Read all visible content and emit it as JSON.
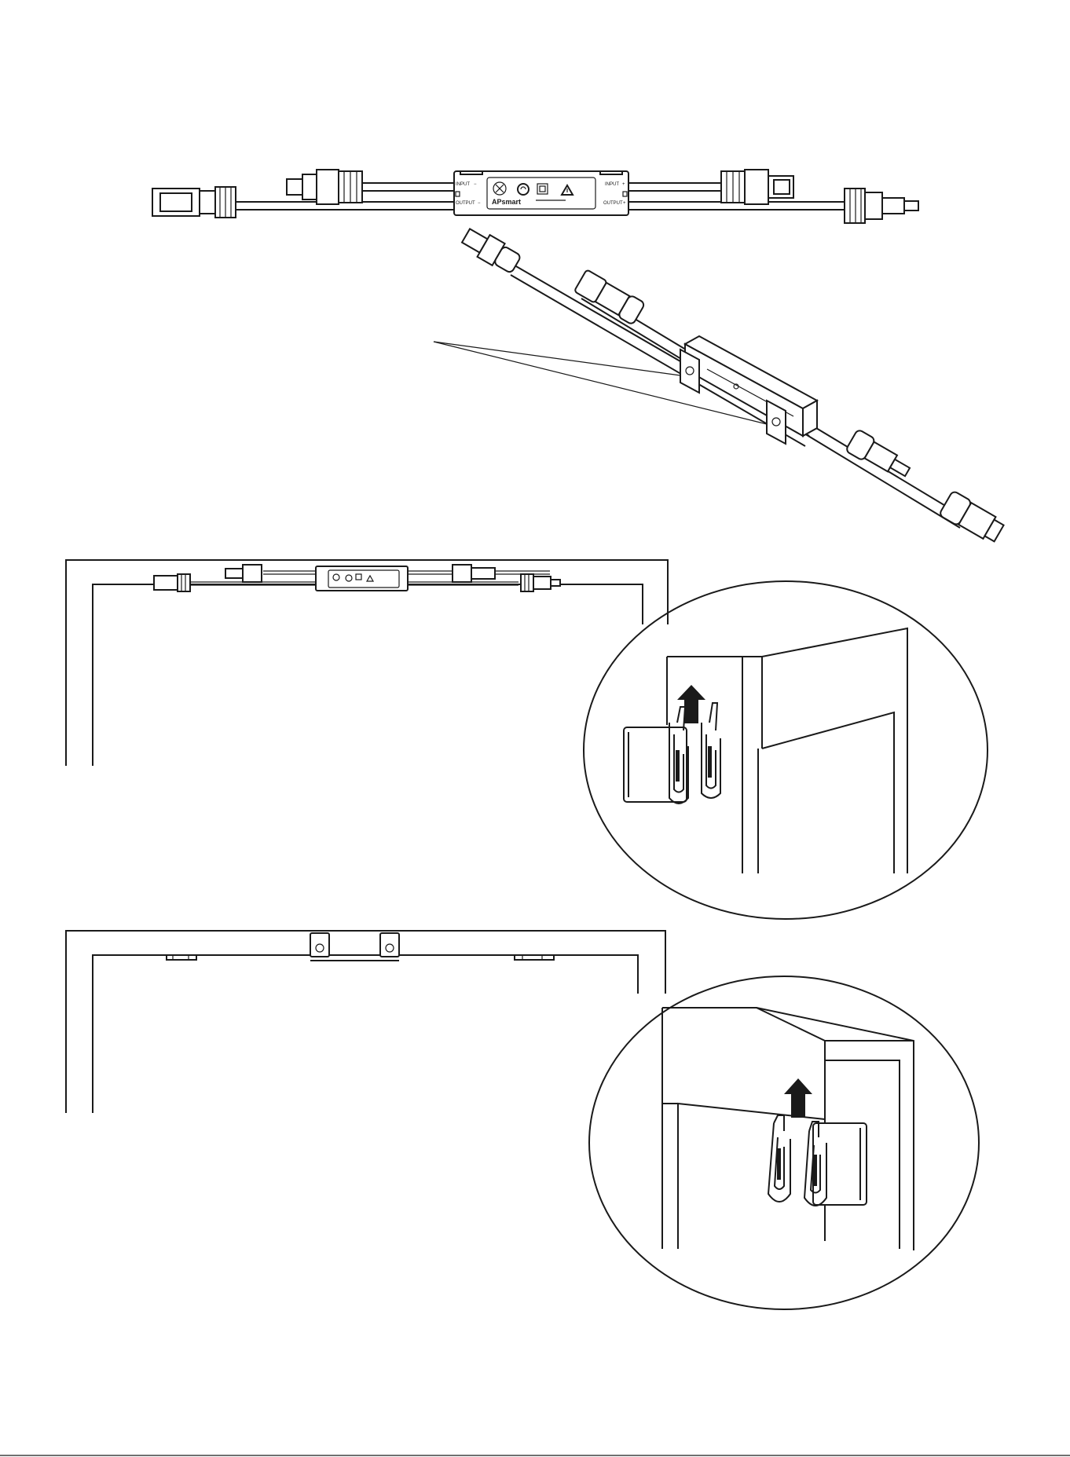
{
  "device": {
    "brand": "APsmart",
    "input_label_left": "INPUT",
    "output_label_left": "OUTPUT",
    "input_label_right": "INPUT",
    "output_label_right": "OUTPUT",
    "minus_sign": "−",
    "plus_sign": "+"
  },
  "colors": {
    "line": "#1a1a1a",
    "background": "#ffffff",
    "arrow": "#1a1a1a"
  },
  "icons": [
    "rsd-logo-icon",
    "certification-mark-icon",
    "double-insulation-icon",
    "warning-triangle-icon",
    "up-arrow-icon",
    "mounting-clip-icon"
  ]
}
